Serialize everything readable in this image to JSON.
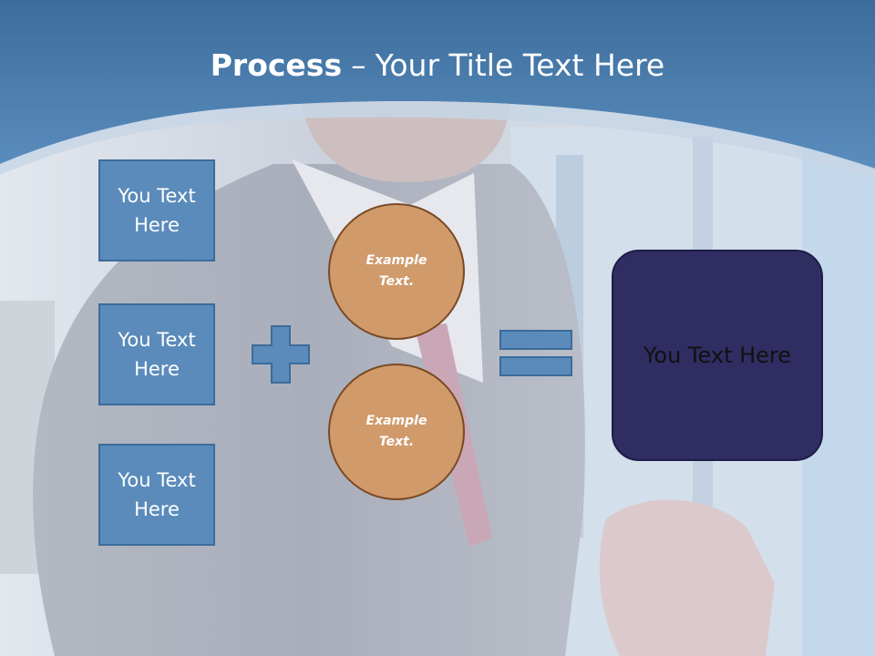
{
  "title": {
    "bold": "Process",
    "dash": "–",
    "rest": "Your Title Text Here"
  },
  "left_boxes": [
    "You Text Here",
    "You Text Here",
    "You Text Here"
  ],
  "circles": [
    "Example Text.",
    "Example Text."
  ],
  "operators": {
    "plus": "plus-icon",
    "equals": "equals-icon"
  },
  "result": "You Text Here",
  "colors": {
    "header_blue": "#4a7fb0",
    "box_fill": "#5a8bbb",
    "box_border": "#3c6b9a",
    "circle_fill": "#d09a6b",
    "circle_border": "#7a4a24",
    "result_fill": "#302d63"
  }
}
